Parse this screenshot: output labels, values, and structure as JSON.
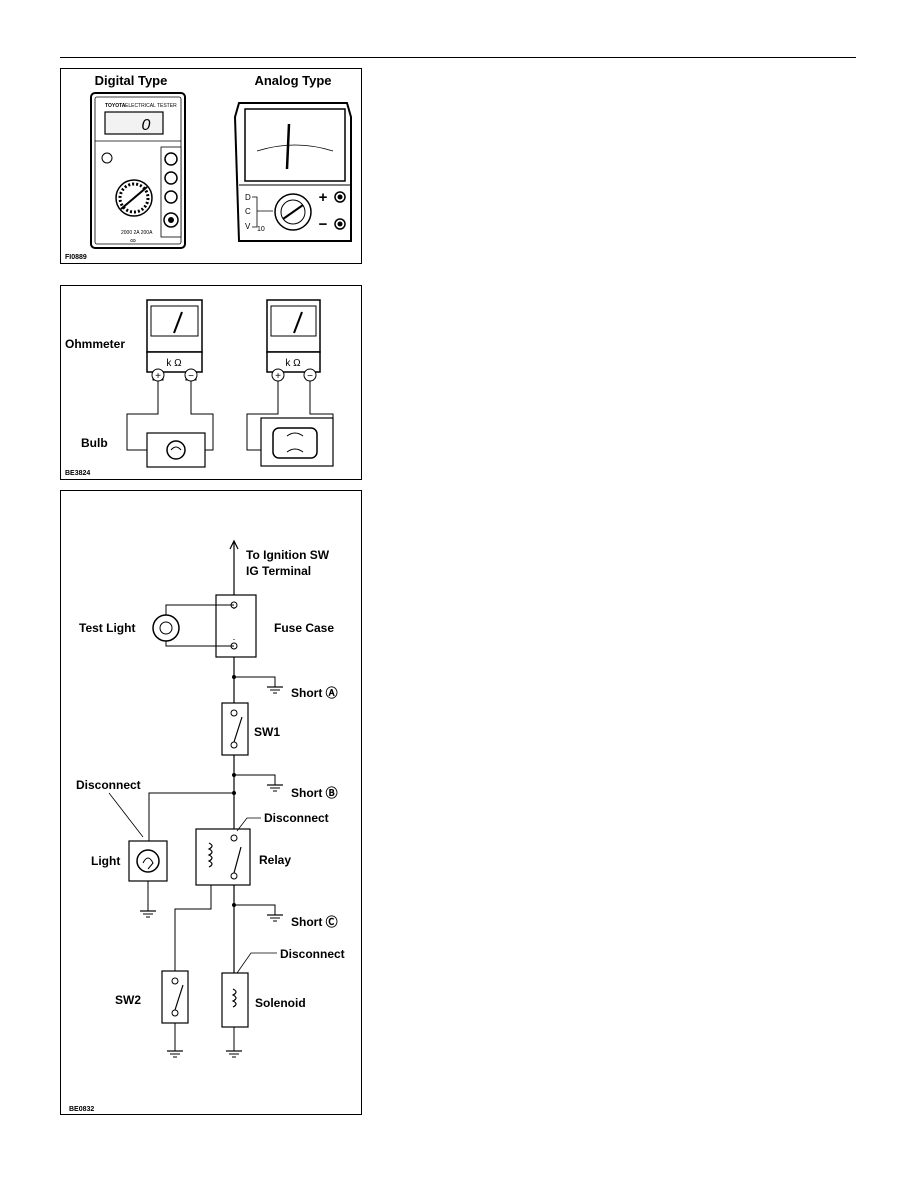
{
  "fig1": {
    "digital_title": "Digital Type",
    "analog_title": "Analog Type",
    "digital_brand": "TOYOTA",
    "digital_model": "ELECTRICAL TESTER",
    "digital_display": "0",
    "analog_d": "D",
    "analog_c": "C",
    "analog_v": "V",
    "analog_10": "10",
    "analog_plus": "+",
    "analog_minus": "−",
    "code": "FI0889"
  },
  "fig2": {
    "ohmmeter_label": "Ohmmeter",
    "bulb_label": "Bulb",
    "unit_left": "k Ω",
    "unit_right": "k Ω",
    "code": "BE3824"
  },
  "fig3": {
    "ignition_line1": "To Ignition SW",
    "ignition_line2": "IG Terminal",
    "test_light": "Test Light",
    "fuse_case": "Fuse Case",
    "short_a": "Short Ⓐ",
    "sw1": "SW1",
    "disconnect_light": "Disconnect",
    "short_b": "Short Ⓑ",
    "disconnect_relay": "Disconnect",
    "light": "Light",
    "relay": "Relay",
    "short_c": "Short Ⓒ",
    "disconnect_solenoid": "Disconnect",
    "sw2": "SW2",
    "solenoid": "Solenoid",
    "code": "BE0832"
  }
}
